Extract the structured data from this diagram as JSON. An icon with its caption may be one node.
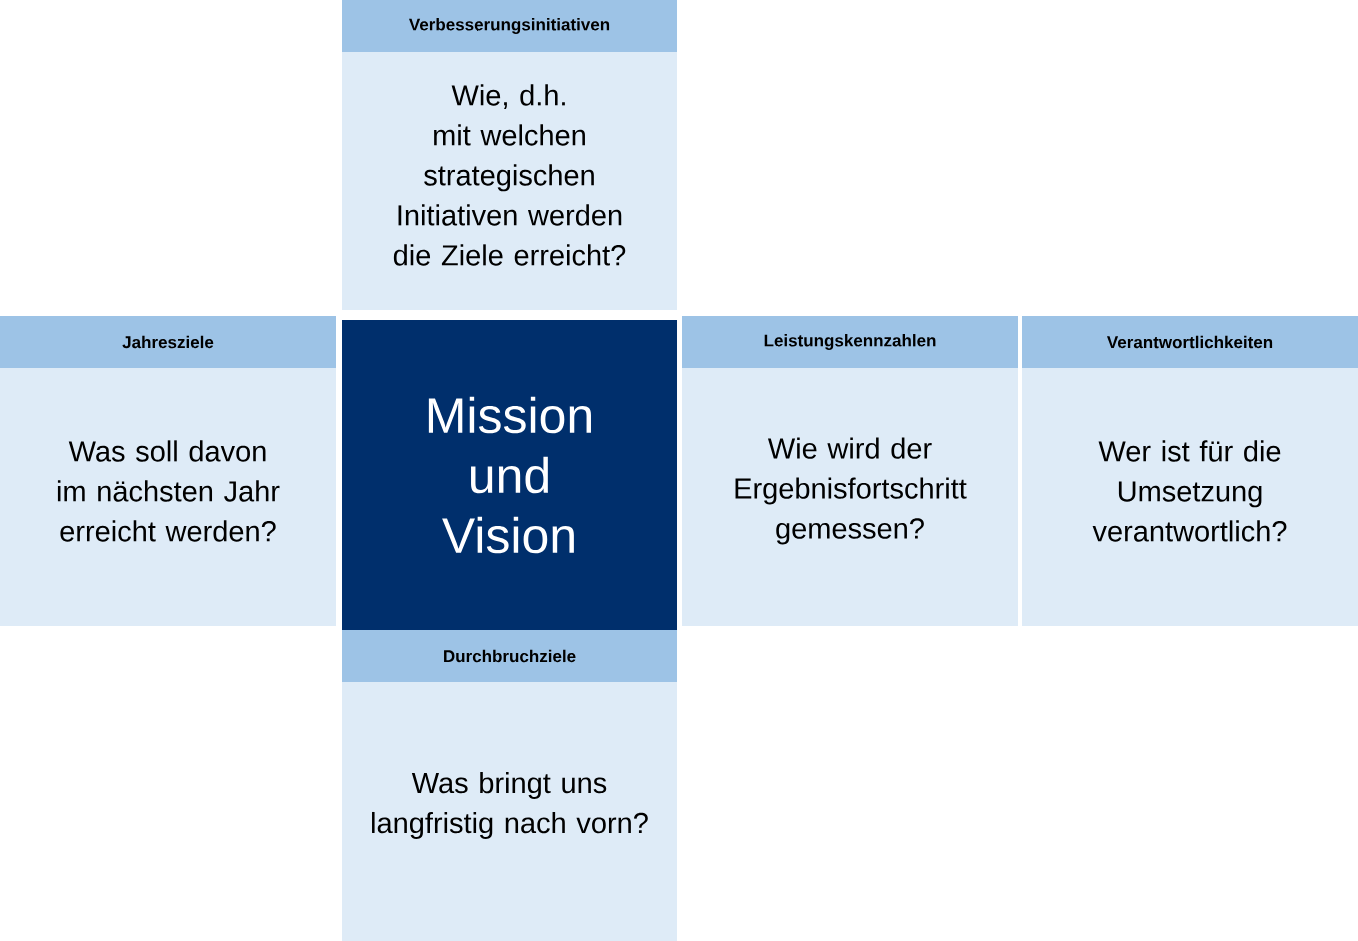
{
  "diagram": {
    "nodes": [
      {
        "text": [
          "Verbesserungsinitiativen",
          "Wie, d.h. mit welchen strategischen Initiativen werden die Ziele erreicht?"
        ]
      },
      {
        "text": [
          "Jahresziele",
          "Was soll davon im nächsten Jahr erreicht werden?"
        ]
      },
      {
        "text": [
          "Mission und Vision"
        ]
      },
      {
        "text": [
          "Leistungskennzahlen",
          "Wie wird der Ergebnisfortschritt gemessen?"
        ]
      },
      {
        "text": [
          "Verantwortlichkeiten",
          "Wer ist für die Umsetzung verantwortlich?"
        ]
      },
      {
        "text": [
          "Durchbruchziele",
          "Was bringt uns langfristig nach vorn?"
        ]
      }
    ],
    "edges": []
  }
}
